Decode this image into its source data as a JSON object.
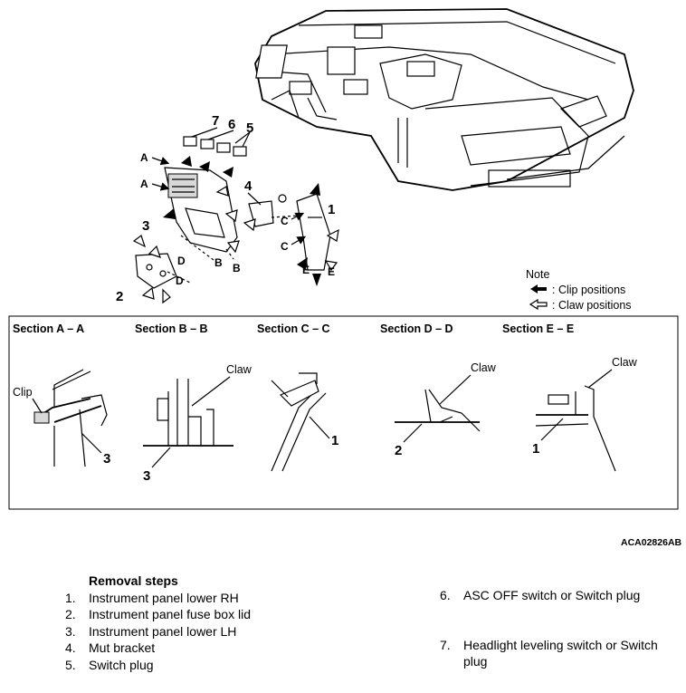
{
  "callouts": {
    "n1": "1",
    "n2": "2",
    "n3": "3",
    "n4": "4",
    "n5": "5",
    "n6": "6",
    "n7": "7",
    "A": "A",
    "B": "B",
    "C": "C",
    "D": "D",
    "E": "E"
  },
  "note": {
    "title": "Note",
    "clip": ": Clip positions",
    "claw": ": Claw positions"
  },
  "sections": [
    {
      "title": "Section A – A",
      "callout": "Clip",
      "part": "3"
    },
    {
      "title": "Section B – B",
      "callout": "Claw",
      "part": "3"
    },
    {
      "title": "Section C – C",
      "callout": "",
      "part": "1"
    },
    {
      "title": "Section D – D",
      "callout": "Claw",
      "part": "2"
    },
    {
      "title": "Section E – E",
      "callout": "Claw",
      "part": "1"
    }
  ],
  "figure_code": "ACA02826AB",
  "removal": {
    "title": "Removal steps",
    "steps": [
      {
        "num": "1.",
        "text": "Instrument panel lower RH"
      },
      {
        "num": "2.",
        "text": "Instrument panel fuse box lid"
      },
      {
        "num": "3.",
        "text": "Instrument panel lower LH"
      },
      {
        "num": "4.",
        "text": "Mut bracket"
      },
      {
        "num": "5.",
        "text": "Switch plug"
      },
      {
        "num": "6.",
        "text": "ASC OFF switch or Switch plug"
      },
      {
        "num": "7.",
        "text": "Headlight leveling switch or Switch plug"
      }
    ]
  }
}
